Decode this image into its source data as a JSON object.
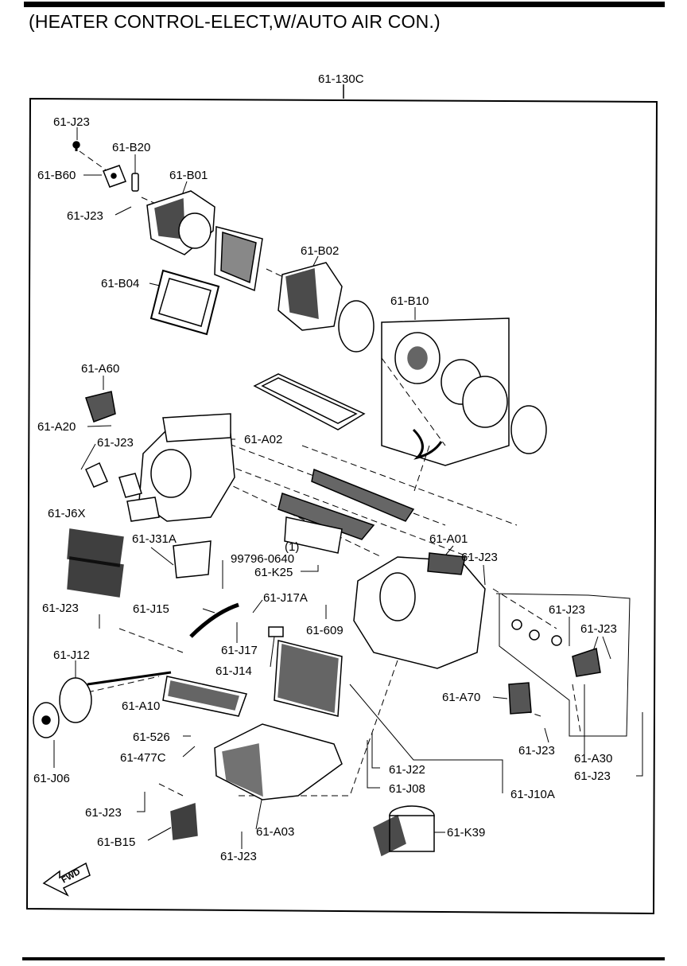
{
  "title": "(HEATER CONTROL-ELECT,W/AUTO AIR CON.)",
  "assembly_label": "61-130C",
  "direction_label": "FWD",
  "labels": {
    "j23_top": "61-J23",
    "b20": "61-B20",
    "b60": "61-B60",
    "b01": "61-B01",
    "j23_b01": "61-J23",
    "b02": "61-B02",
    "b04": "61-B04",
    "b10": "61-B10",
    "a60": "61-A60",
    "a20": "61-A20",
    "j23_a20": "61-J23",
    "a02": "61-A02",
    "j6x": "61-J6X",
    "j31a": "61-J31A",
    "qty": "(1)",
    "part_99796": "99796-0640",
    "k25": "61-K25",
    "a01": "61-A01",
    "j23_a01": "61-J23",
    "j23_left": "61-J23",
    "j15": "61-J15",
    "j17a": "61-J17A",
    "j23_right1": "61-J23",
    "j23_right2": "61-J23",
    "p609": "61-609",
    "j17": "61-J17",
    "j12": "61-J12",
    "j14": "61-J14",
    "a70": "61-A70",
    "a10": "61-A10",
    "j23_a70": "61-J23",
    "a30": "61-A30",
    "j23_a30": "61-J23",
    "p526": "61-526",
    "p477c": "61-477C",
    "j06": "61-J06",
    "j22": "61-J22",
    "j08": "61-J08",
    "j10a": "61-J10A",
    "j23_b15": "61-J23",
    "a03": "61-A03",
    "k39": "61-K39",
    "b15": "61-B15",
    "j23_bottom": "61-J23"
  }
}
